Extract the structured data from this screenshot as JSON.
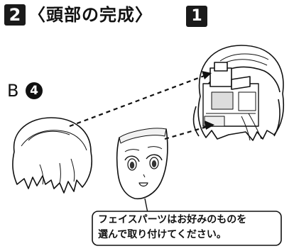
{
  "header": {
    "step_number": "2",
    "step_title": "〈頭部の完成〉"
  },
  "labels": {
    "part_1_badge": "1",
    "part_b_letter": "B",
    "part_b_number": "4"
  },
  "note": {
    "line1": "フェイスパーツはお好みのものを",
    "line2": "選んで取り付けてください。"
  },
  "colors": {
    "ink": "#111111",
    "badge_fill": "#1a1a1a",
    "paper": "#ffffff"
  }
}
